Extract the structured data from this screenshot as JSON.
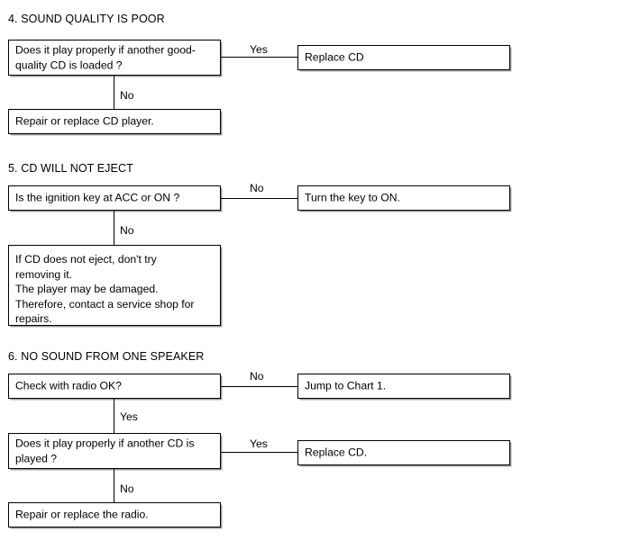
{
  "document": {
    "type": "troubleshooting-flowchart",
    "page_background": "#ffffff",
    "line_color": "#000000",
    "text_color": "#000000",
    "shadow_color": "#9a9a9a"
  },
  "sections": [
    {
      "id": "section-4",
      "heading": "4.  SOUND QUALITY IS POOR",
      "decision_box": "Does it play properly if another good-quality CD is loaded ?",
      "branch_right_label": "Yes",
      "branch_right_box": "Replace CD",
      "branch_down_label": "No",
      "branch_down_box": "Repair or replace CD player."
    },
    {
      "id": "section-5",
      "heading": "5.  CD WILL NOT EJECT",
      "decision_box": "Is the ignition key at ACC or ON ?",
      "branch_right_label": "No",
      "branch_right_box": "Turn the key to ON.",
      "branch_down_label": "No",
      "branch_down_box": "If  CD does not eject, don't try\nremoving it.\nThe player may be damaged.\nTherefore,  contact a service shop for\nrepairs."
    },
    {
      "id": "section-6",
      "heading": "6.  NO SOUND FROM ONE SPEAKER",
      "decision_box_1": "Check with radio OK?",
      "branch_right_label_1": "No",
      "branch_right_box_1": "Jump to Chart 1.",
      "branch_down_label_1": "Yes",
      "decision_box_2": "Does it play properly if another CD is played ?",
      "branch_right_label_2": "Yes",
      "branch_right_box_2": "Replace CD.",
      "branch_down_label_2": "No",
      "branch_down_box_2": "Repair or replace the radio."
    }
  ]
}
